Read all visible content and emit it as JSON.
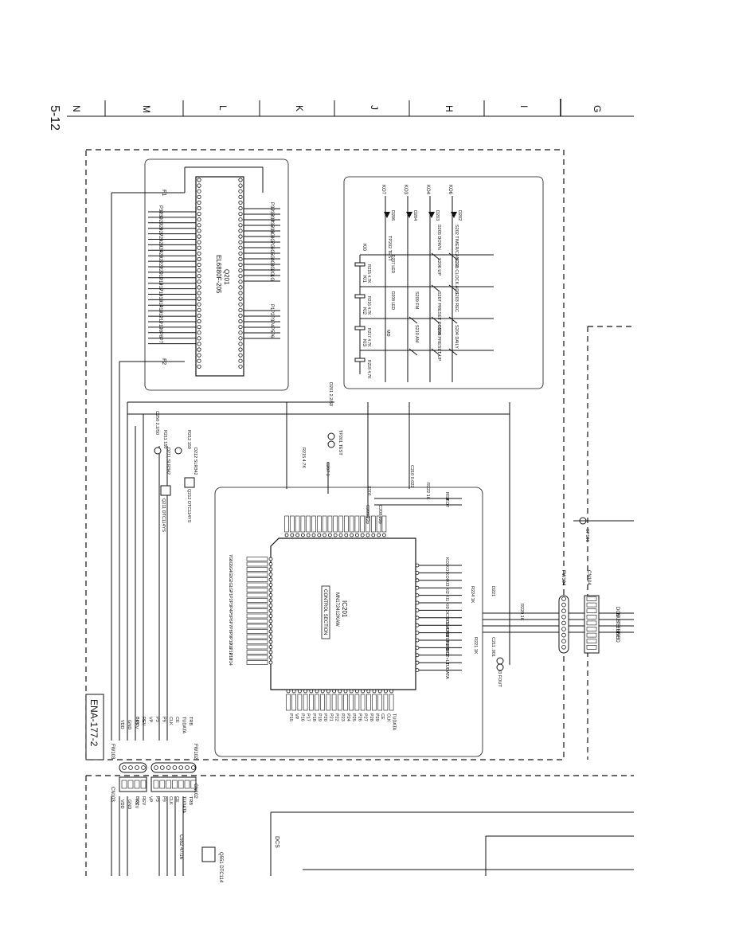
{
  "page_number": "5-12",
  "grid_columns": [
    "N",
    "M",
    "L",
    "K",
    "J",
    "H",
    "I",
    "G"
  ],
  "board_label": "ENA-177-2",
  "ic_q201": {
    "ref": "Q201",
    "part": "EL6880F-205",
    "left_pins": [
      "P31",
      "P30",
      "P29",
      "P28",
      "P27",
      "P26",
      "P25",
      "P24",
      "P23",
      "P22",
      "P21",
      "P20",
      "P19",
      "P18",
      "P17",
      "P16",
      "P15",
      "P14",
      "P13",
      "P12",
      "P11",
      "P10",
      "P9",
      "P8",
      "P7"
    ],
    "right_pins_top": [
      "P32",
      "P33",
      "P34",
      "P35",
      "P36",
      "9G",
      "8G",
      "7G",
      "6G",
      "5G",
      "4G",
      "3G",
      "2G",
      "1G"
    ],
    "right_pins_bottom": [
      "P1",
      "P2",
      "P3",
      "P4",
      "P5",
      "P6"
    ],
    "f1": "F1",
    "f2": "F2"
  },
  "ic_ic201": {
    "ref": "IC201",
    "part": "MN172412KAW",
    "section": "CONTROL SECTION",
    "left_pins": [
      "7G",
      "6G",
      "5G",
      "4G",
      "3G",
      "2G",
      "1G",
      "P1",
      "P2",
      "P3",
      "P4",
      "P5",
      "P6",
      "P7",
      "P8",
      "P9",
      "P10",
      "P11",
      "P12",
      "P13",
      "P14"
    ],
    "right_pins": [
      "KO2",
      "KO1",
      "KO0",
      "KI3",
      "KI2",
      "KI1",
      "KI0",
      "DCS IN",
      "DCS OUT",
      "MUTE",
      "STEREO",
      "TUNED",
      "TR1",
      "T+L1",
      "TUDATA"
    ],
    "top_pins": [
      "RST",
      "KO7"
    ],
    "bottom_pins": [
      "P15",
      "VP",
      "P16",
      "P17",
      "P18",
      "P19",
      "P20",
      "P21",
      "P22",
      "P23",
      "P24",
      "P25",
      "P26",
      "P27",
      "P28",
      "P29",
      "CE",
      "CLK",
      "TUDATA"
    ]
  },
  "switches": {
    "rows": [
      [
        "S202 TIMER/CANCEL",
        "S203 CLOCK ADJ",
        "S203 REC",
        "S204 DAILY"
      ],
      [
        "S205 DOWN",
        "S206 UP",
        "S207 PRESET DOWN",
        "S208 PRESET UP"
      ],
      [
        "",
        "",
        "S209 FM",
        "S210 AM"
      ]
    ],
    "ko_labels": [
      "KO7",
      "KO3",
      "KO4",
      "KO6"
    ],
    "ki_labels": [
      "KI0",
      "KI1",
      "KI2",
      "KI3"
    ],
    "diodes": [
      "D206",
      "D204",
      "D203",
      "D202"
    ],
    "resistors": [
      "R215 4.7K",
      "R216 4.7K",
      "R217 4.7K",
      "R218 4.7K"
    ],
    "leds": [
      "D207 LED",
      "D208 LED"
    ],
    "extra": [
      "MD",
      "TP202 TEST"
    ]
  },
  "components": {
    "c250": "C250 2.2/50",
    "d201": "D201 2.2/50",
    "r211": "R211 150",
    "r212": "R212 150",
    "d211": "D211 SLR342",
    "d212": "D212 SLR342",
    "q211": "Q211 DTC114YS",
    "q212": "Q212 DTC114YS",
    "r215": "R215 4.7K",
    "tp201": "TP201 TEST",
    "c207": "C207 1",
    "r222": "R222 1K",
    "c210": "C210 0.022",
    "x201": "X201",
    "c209": "C209 22p",
    "c208": "C208 22p",
    "r224": "R224 1K",
    "d221": "D221",
    "r220": "R220 1K",
    "r221": "R221 1K",
    "c211": "C211 .001",
    "tp203": "TP203 FOUT",
    "sp101": "SP101"
  },
  "connectors": {
    "fw102": "FW102",
    "fw103": "FW103",
    "fw104": "FW104",
    "cn102": "CN102",
    "cn103": "CN103",
    "cn104": "CN104",
    "fw102_signals": [
      "TRB",
      "TUDATA",
      "CE",
      "CLK",
      "P9",
      "P3",
      "VP",
      "REV",
      "BKV"
    ],
    "fw103_signals": [
      "VDD",
      "GND",
      "REV"
    ],
    "right_signals": [
      "DCS",
      "MUTE",
      "STEREO",
      "TUNED"
    ],
    "cn102_signals": [
      "TRB",
      "TUDATA",
      "CE",
      "CLK",
      "P9",
      "P3",
      "VP",
      "REV",
      "BKV"
    ],
    "cn103_signals": [
      "VDD",
      "GND",
      "REV"
    ]
  },
  "lower": {
    "q551": "Q551 DTC114",
    "c552": "C552 47/16",
    "dcs": "DCS"
  }
}
